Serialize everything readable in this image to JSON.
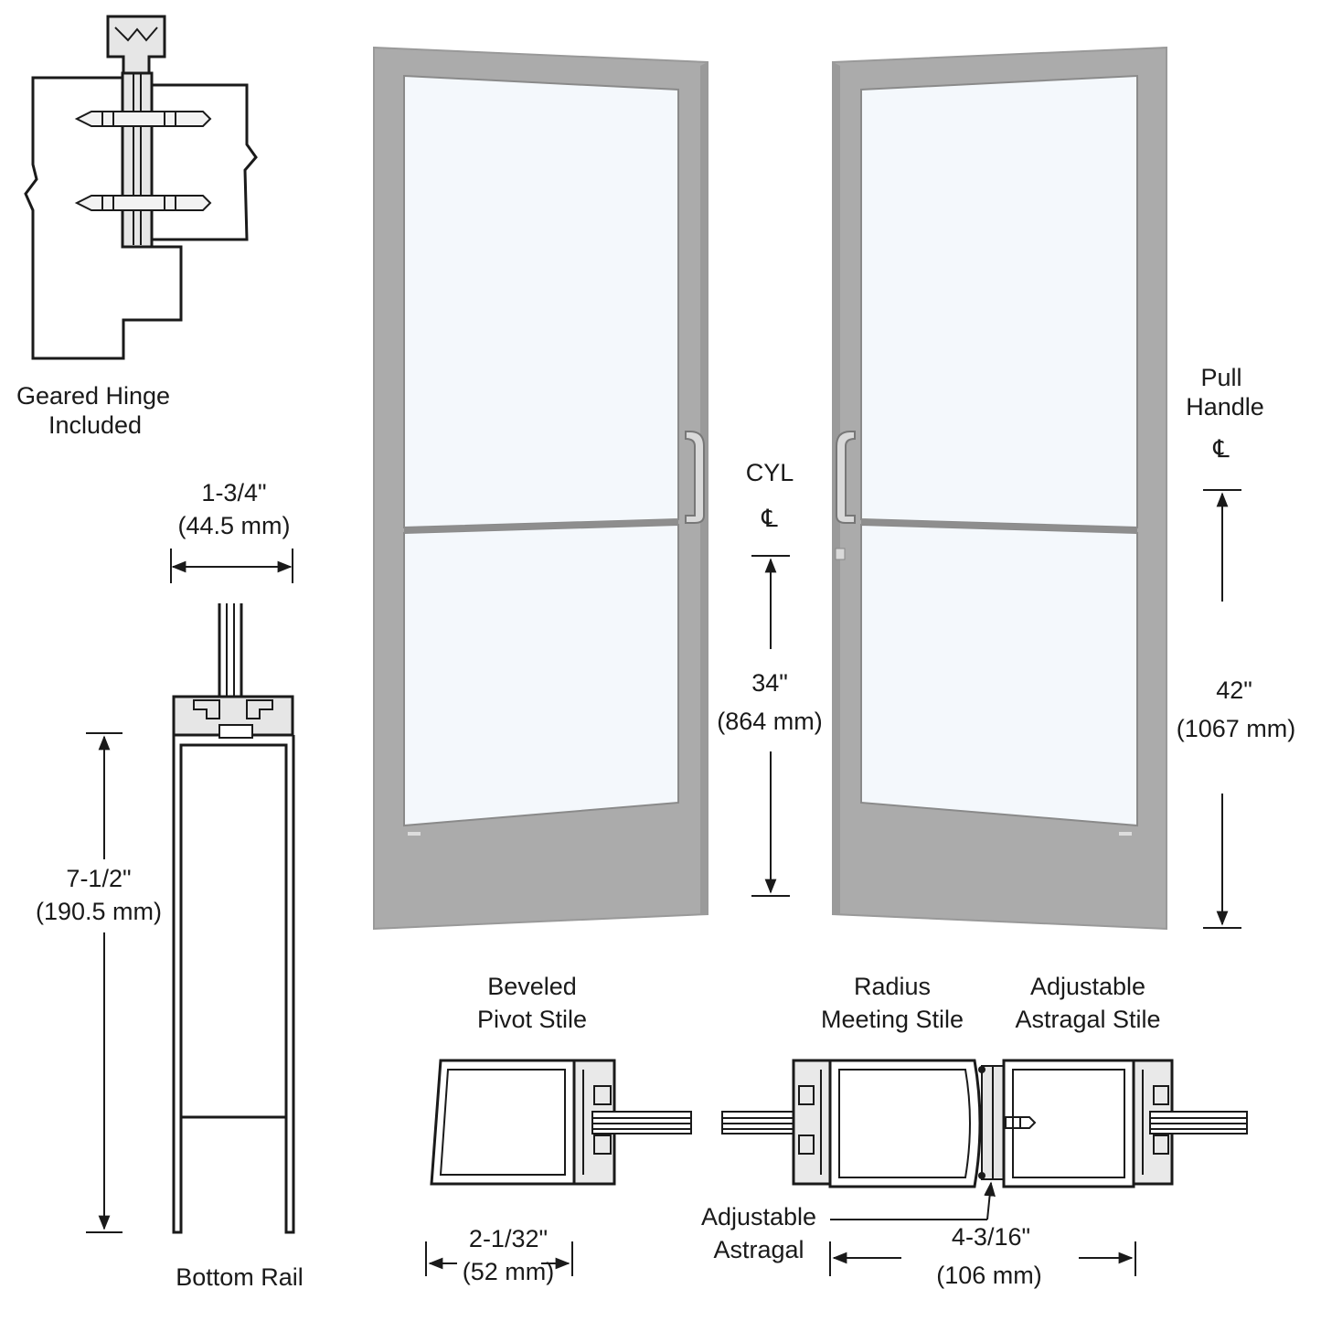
{
  "colors": {
    "frame": "#a9a9a9",
    "frame_dark": "#8e8e8e",
    "glass": "#f3f8fc",
    "ink": "#1a1a1a",
    "profile_fill": "#e6e6e6"
  },
  "hinge": {
    "line1": "Geared Hinge",
    "line2": "Included"
  },
  "bottom_rail": {
    "width_in": "1-3/4\"",
    "width_mm": "(44.5 mm)",
    "height_in": "7-1/2\"",
    "height_mm": "(190.5 mm)",
    "caption": "Bottom Rail"
  },
  "cyl": {
    "label": "CYL",
    "cl": "℄",
    "dim_in": "34\"",
    "dim_mm": "(864 mm)"
  },
  "pull": {
    "line1": "Pull",
    "line2": "Handle",
    "cl": "℄",
    "dim_in": "42\"",
    "dim_mm": "(1067 mm)"
  },
  "pivot_stile": {
    "line1": "Beveled",
    "line2": "Pivot Stile",
    "dim_in": "2-1/32\"",
    "dim_mm": "(52 mm)"
  },
  "meeting_stile": {
    "line1": "Radius",
    "line2": "Meeting Stile"
  },
  "astragal_stile": {
    "line1": "Adjustable",
    "line2": "Astragal Stile"
  },
  "astragal": {
    "line1": "Adjustable",
    "line2": "Astragal",
    "dim_in": "4-3/16\"",
    "dim_mm": "(106 mm)"
  }
}
